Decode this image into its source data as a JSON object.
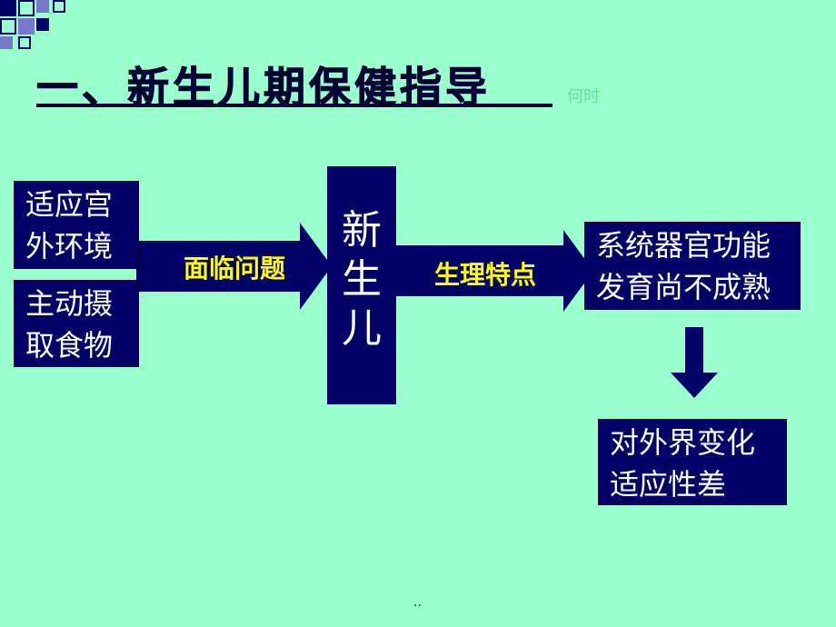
{
  "title": "一、新生儿期保健指导",
  "title_note": "何时",
  "left_top_box": [
    "适应宫",
    "外环境"
  ],
  "left_bottom_box": [
    "主动摄",
    "取食物"
  ],
  "arrow1_label": "面临问题",
  "center_box": [
    "新",
    "生",
    "儿"
  ],
  "arrow2_label": "生理特点",
  "right_top_box": [
    "系统器官功能",
    "发育尚不成熟"
  ],
  "right_bottom_box": [
    "对外界变化",
    "适应性差"
  ],
  "footer": ".."
}
